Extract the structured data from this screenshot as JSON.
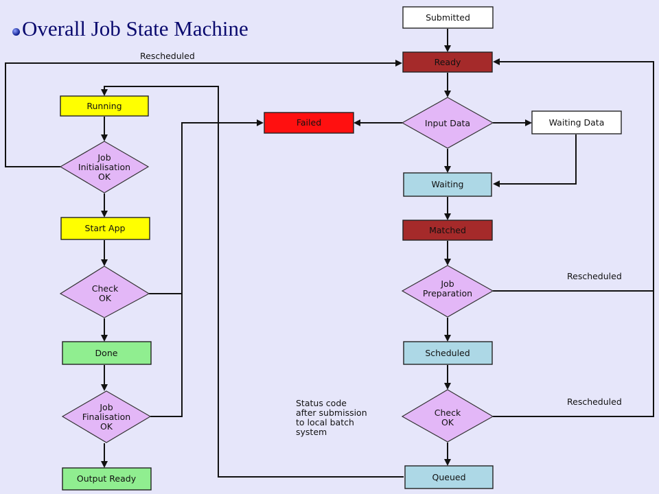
{
  "title": "Overall Job State Machine",
  "colors": {
    "background": "#e6e6fa",
    "white": "#ffffff",
    "dark_red": "#a52a2a",
    "red": "#ff1010",
    "light_blue": "#add8e6",
    "yellow": "#ffff00",
    "green": "#90ee90",
    "lavender_decision": "#e3b7f7"
  },
  "states": {
    "submitted": "Submitted",
    "ready": "Ready",
    "failed": "Failed",
    "waiting_data": "Waiting Data",
    "waiting": "Waiting",
    "matched": "Matched",
    "scheduled": "Scheduled",
    "queued": "Queued",
    "running": "Running",
    "start_app": "Start App",
    "done": "Done",
    "output_ready": "Output Ready"
  },
  "decisions": {
    "input_data": [
      "Input Data"
    ],
    "job_preparation": [
      "Job",
      "Preparation"
    ],
    "check_ok_right": [
      "Check",
      "OK"
    ],
    "job_init_ok": [
      "Job",
      "Initialisation",
      "OK"
    ],
    "check_ok_left": [
      "Check",
      "OK"
    ],
    "job_final_ok": [
      "Job",
      "Finalisation",
      "OK"
    ]
  },
  "edge_labels": {
    "rescheduled_top": "Rescheduled",
    "rescheduled_prep": "Rescheduled",
    "rescheduled_check": "Rescheduled"
  },
  "annotation": [
    "Status code",
    "after submission",
    "to local batch",
    "system"
  ]
}
